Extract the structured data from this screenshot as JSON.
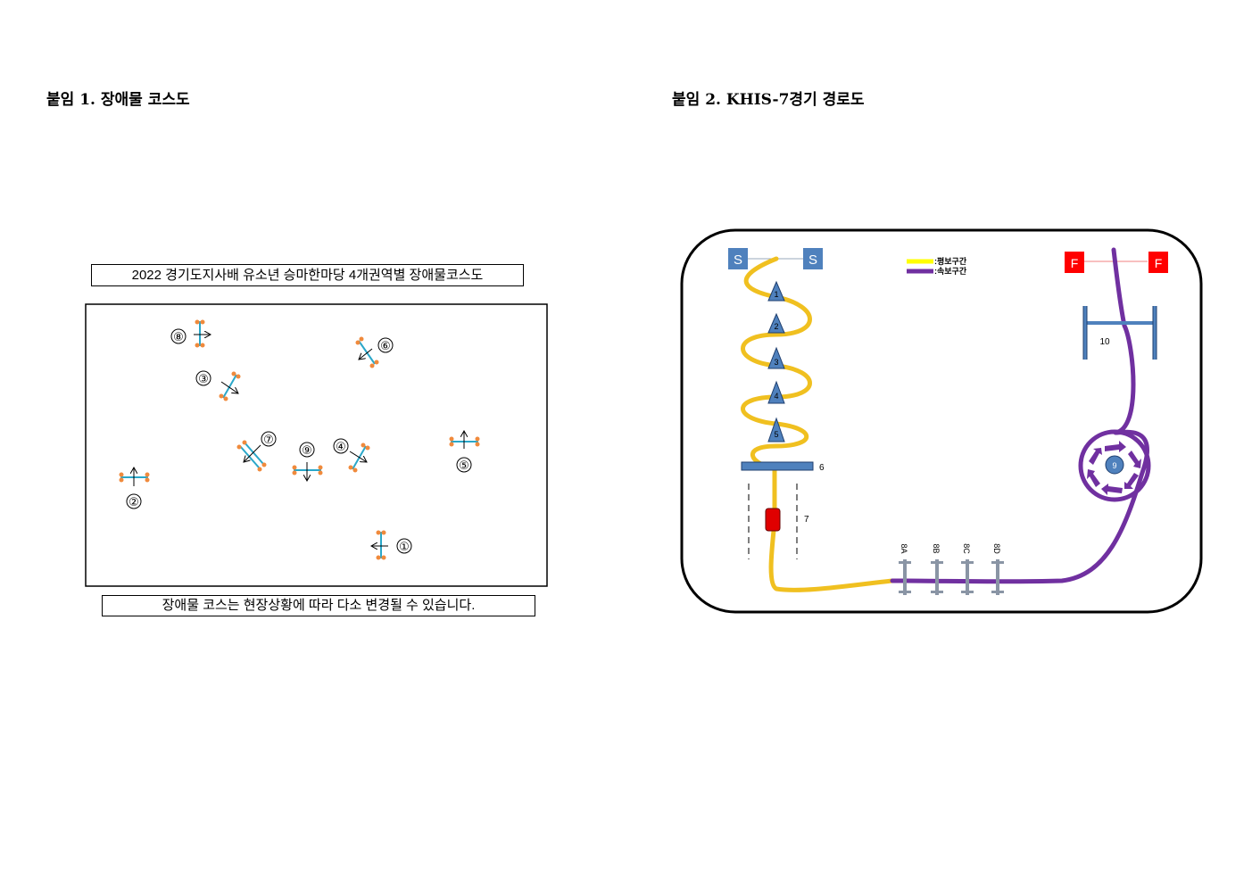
{
  "left": {
    "heading": "붙임 1. 장애물 코스도",
    "box_title": "2022 경기도지사배 유소년 승마한마당 4개권역별 장애물코스도",
    "note": "장애물 코스는 현장상황에 따라 다소 변경될 수 있습니다.",
    "obstacle_labels": [
      "①",
      "②",
      "③",
      "④",
      "⑤",
      "⑥",
      "⑦",
      "⑧",
      "⑨"
    ]
  },
  "right": {
    "heading": "붙임 2. KHIS-7경기 경로도",
    "start_label": "S",
    "finish_label": "F",
    "legend": [
      {
        "label": ":평보구간",
        "color": "#f0c020"
      },
      {
        "label": ":속보구간",
        "color": "#7030a0"
      }
    ],
    "cone_labels": [
      "1",
      "2",
      "3",
      "4",
      "5"
    ],
    "obstacle_6": "6",
    "obstacle_7": "7",
    "gate_labels": [
      "8A",
      "8B",
      "8C",
      "8D"
    ],
    "circle_label": "9",
    "obstacle_10": "10"
  },
  "colors": {
    "walk": "#f0c020",
    "trot": "#7030a0",
    "blue": "#4f81bd",
    "red": "#ff0000",
    "pole": "#2aa7c9",
    "stand": "#f08a3c"
  }
}
